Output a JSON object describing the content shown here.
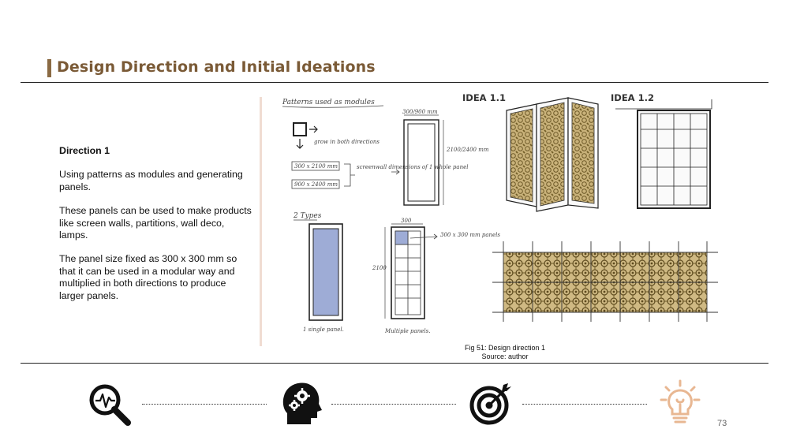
{
  "header": {
    "title": "Design Direction and Initial Ideations"
  },
  "body": {
    "heading": "Direction 1",
    "paragraphs": [
      "Using patterns as modules and generating panels.",
      "These panels can be used to make products like screen walls, partitions, wall deco, lamps.",
      "The panel size fixed as 300 x 300 mm so that it can be used in a modular way and multiplied in both directions to produce larger panels."
    ]
  },
  "figure": {
    "idea_labels": [
      "IDEA 1.1",
      "IDEA 1.2"
    ],
    "sketch_notes": {
      "patterns": "Patterns used as modules",
      "grow": "grow in both directions",
      "size_a": "300 x 2100 mm",
      "size_b": "900 x 2400 mm",
      "screenwall": "screenwall dimensions of 1 whole panel",
      "width_top": "300/900 mm",
      "height_right": "2100/2400 mm",
      "types": "2 Types",
      "width_mid": "300",
      "height_left": "2100",
      "module": "300 x 300 mm panels",
      "single": "1 single panel.",
      "multiple": "Multiple panels."
    },
    "caption_line1": "Fig 51: Design direction 1",
    "caption_line2": "Source: author"
  },
  "footer": {
    "icons": [
      "analysis-magnifier-icon",
      "head-gears-icon",
      "target-icon",
      "lightbulb-icon"
    ],
    "page_number": "73",
    "colors": {
      "icon_dark": "#111111",
      "icon_active": "#e8b792"
    }
  }
}
